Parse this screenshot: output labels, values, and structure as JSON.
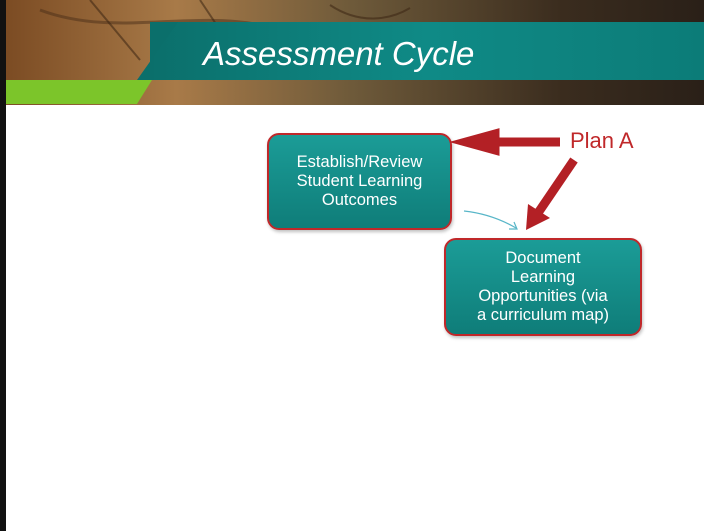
{
  "slide": {
    "title": "Assessment Cycle",
    "colors": {
      "title_bar": "#0f8a86",
      "accent_green": "#7cc52a",
      "node_fill": "#137f7b",
      "node_border": "#c0282a",
      "arrow_red": "#b32025",
      "label_red": "#c0282a",
      "connector_teal": "#58b6c8"
    }
  },
  "diagram": {
    "nodes": [
      {
        "id": "establish",
        "label": "Establish/Review\nStudent Learning\nOutcomes"
      },
      {
        "id": "document",
        "label": "Document\nLearning\nOpportunities (via\na curriculum map)"
      }
    ],
    "annotation": {
      "label": "Plan A"
    },
    "edges": [
      {
        "from": "Plan A",
        "to": "establish",
        "style": "thick-red"
      },
      {
        "from": "Plan A",
        "to": "document",
        "style": "thick-red"
      },
      {
        "from": "establish",
        "to": "document",
        "style": "thin-teal"
      }
    ]
  }
}
